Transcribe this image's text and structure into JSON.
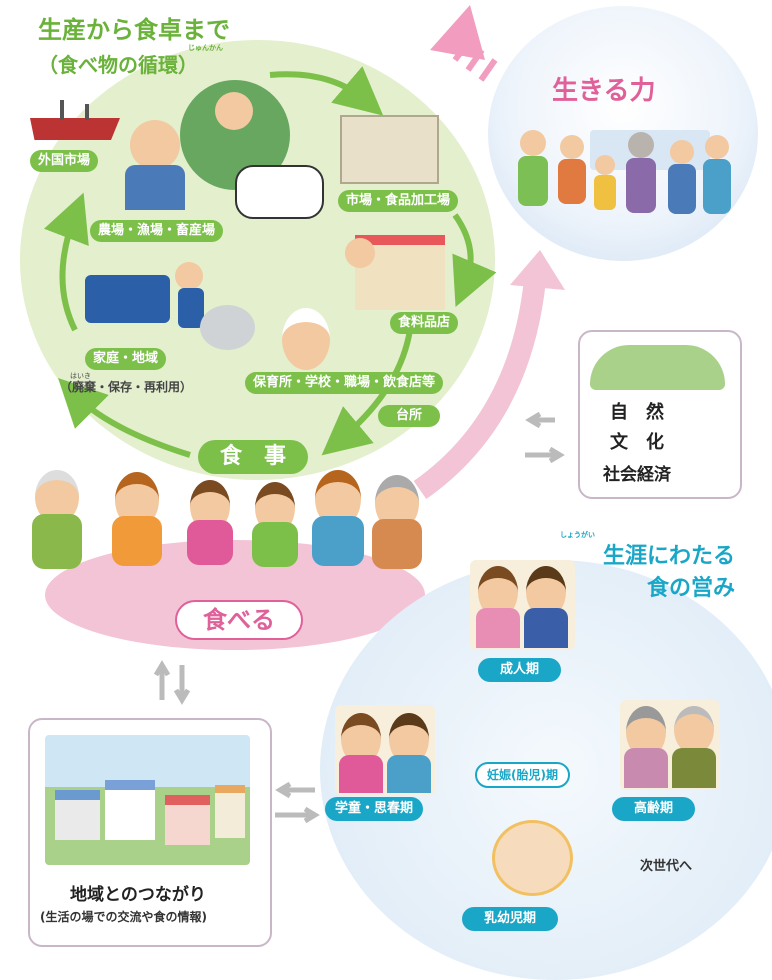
{
  "cycle": {
    "title_line1": "生産から食卓まで",
    "title_ruby": "じゅんかん",
    "title_line2": "（食べ物の循環）",
    "nodes": {
      "foreign_market": "外国市場",
      "farms": "農場・漁場・畜産場",
      "market_processing": "市場・食品加工場",
      "food_store": "食料品店",
      "institutions": "保育所・学校・職場・飲食店等",
      "kitchen": "台所",
      "home_area": "家庭・地域",
      "disposal_ruby": "はいき",
      "disposal": "（廃棄・保存・再利用）"
    },
    "meal_label": "食　事"
  },
  "ikiru": {
    "label": "生きる力"
  },
  "environment": {
    "line1": "自　然",
    "line2": "文　化",
    "line3": "社会経済"
  },
  "eating": {
    "label": "食べる"
  },
  "lifetime": {
    "title_ruby": "しょうがい",
    "title_line1": "生涯にわたる",
    "title_line2": "食の営み",
    "stages": {
      "adult": "成人期",
      "elderly": "高齢期",
      "pregnancy": "妊娠(胎児)期",
      "school": "学童・思春期",
      "infant": "乳幼児期"
    },
    "next_gen": "次世代へ"
  },
  "community": {
    "title": "地域とのつながり",
    "subtitle": "(生活の場での交流や食の情報)"
  },
  "colors": {
    "green": "#7cc04a",
    "green_bg": "#e3efcd",
    "blue": "#1aa7c7",
    "pink": "#e0609a",
    "pink_bg": "#f3c3d6"
  }
}
